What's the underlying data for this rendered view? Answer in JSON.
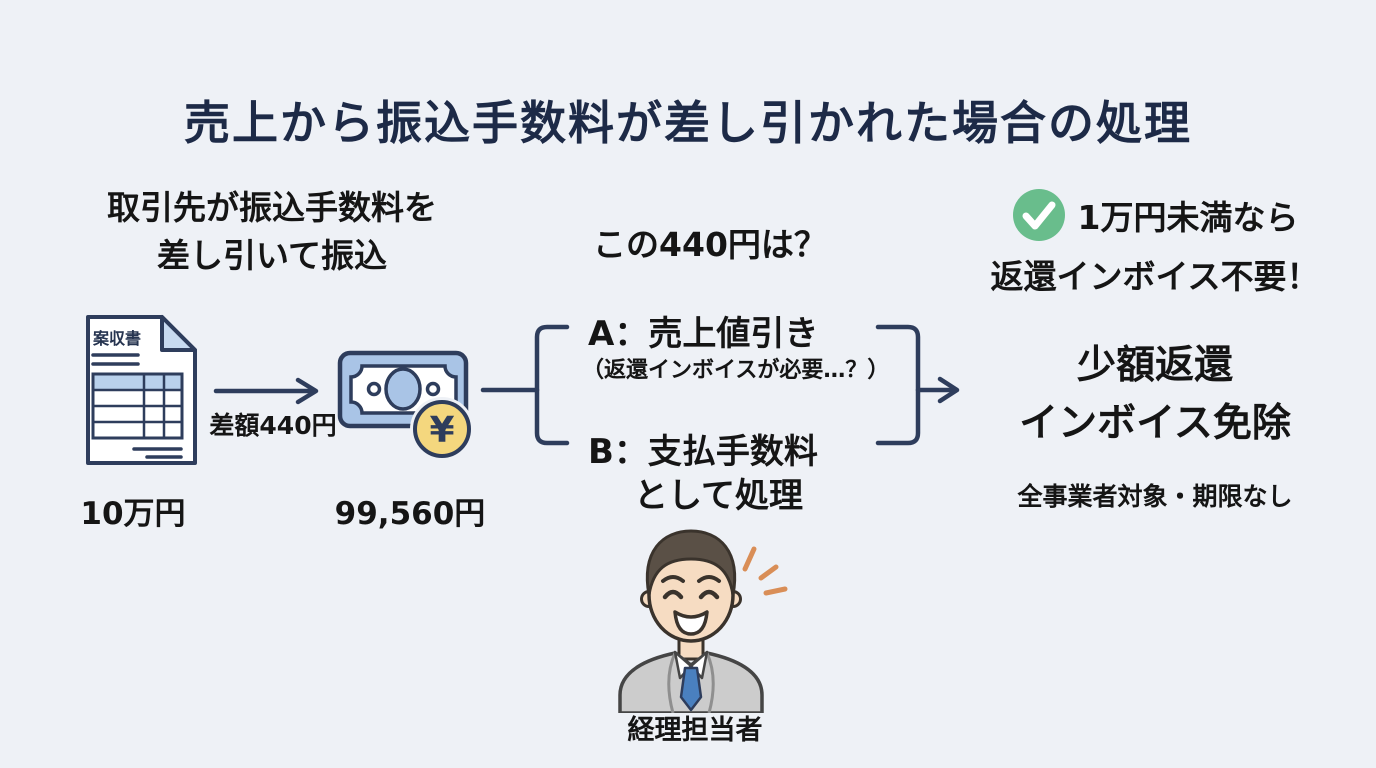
{
  "title": "売上から振込手数料が差し引かれた場合の処理",
  "left": {
    "heading_line1": "取引先が振込手数料を",
    "heading_line2": "差し引いて振込",
    "document_label": "案収書",
    "document_amount": "10万円",
    "diff_label": "差額440円",
    "received_amount": "99,560円",
    "coin_symbol": "¥"
  },
  "middle": {
    "question": "この440円は？",
    "option_a_title": "A：売上値引き",
    "option_a_note": "（返還インボイスが必要…？）",
    "option_b_line1": "B：支払手数料",
    "option_b_line2": "として処理"
  },
  "right": {
    "highlight_line1": "1万円未満なら",
    "highlight_line2": "返還インボイス不要！",
    "rule_line1": "少額返還",
    "rule_line2": "インボイス免除",
    "note": "全事業者対象・期限なし"
  },
  "person": {
    "label": "経理担当者"
  },
  "colors": {
    "background": "#eef1f6",
    "title_navy": "#1d2a47",
    "body_text": "#151515",
    "line_navy": "#2e3d5c",
    "banknote_blue": "#a9c4e6",
    "paper_fold_blue": "#c7daf0",
    "table_header_blue": "#b9d1ec",
    "coin_yellow": "#f4d77e",
    "check_green": "#69bd8c",
    "suit_gray": "#cccccc",
    "tie_blue": "#4a80bf",
    "skin": "#f6dcc2",
    "hair_brown": "#5a5046",
    "sparkle_orange": "#d98e57"
  }
}
